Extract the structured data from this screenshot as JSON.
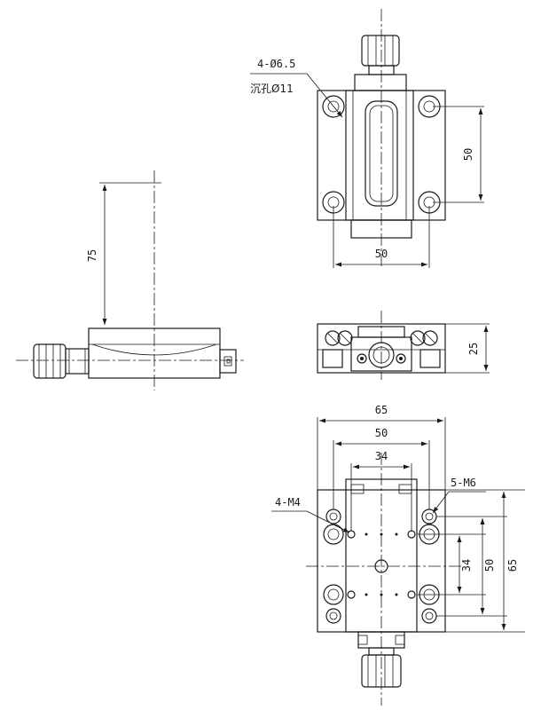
{
  "side_view": {
    "height_dim": "75"
  },
  "top_view": {
    "hole_note_line1": "4-Ø6.5",
    "hole_note_line2": "沉孔Ø11",
    "width_dim": "50",
    "height_dim": "50"
  },
  "front_view": {
    "height_dim": "25"
  },
  "bottom_view": {
    "outer_width_dim": "65",
    "mid_width_dim": "50",
    "inner_width_dim": "34",
    "tap_note_left": "4-M4",
    "tap_note_right": "5-M6",
    "inner_height_dim": "34",
    "mid_height_dim": "50",
    "outer_height_dim": "65"
  }
}
